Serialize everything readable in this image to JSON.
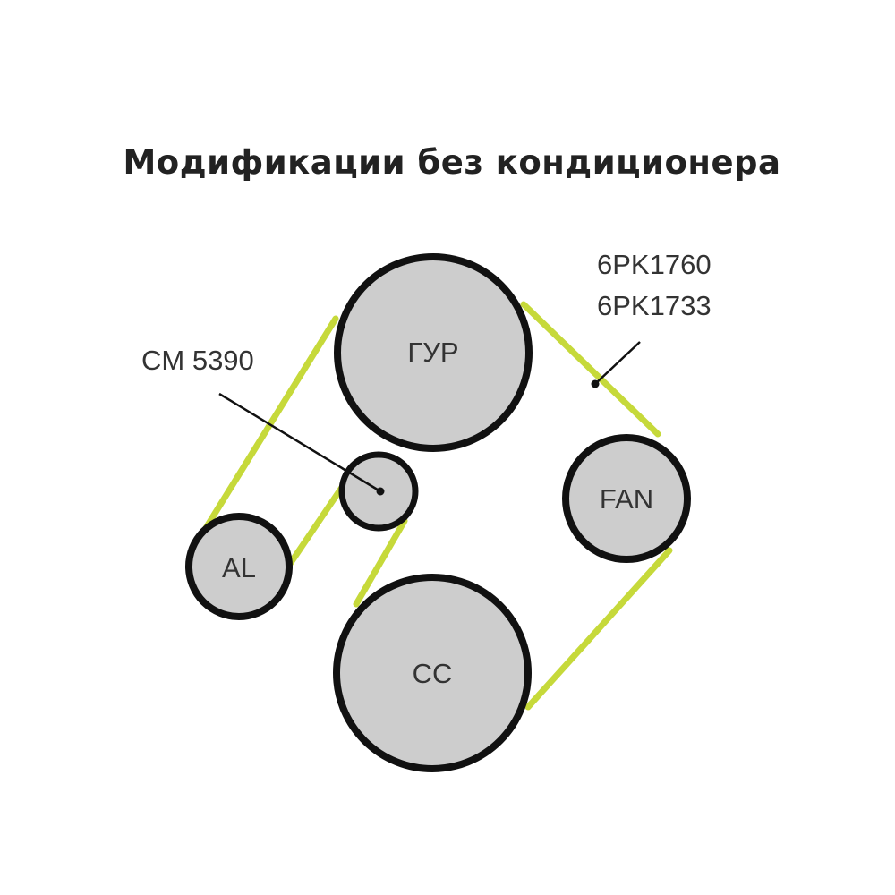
{
  "title": "Модификации без кондиционера",
  "colors": {
    "belt": "#c6d93a",
    "pulley_fill": "#cdcdcd",
    "pulley_stroke": "#111111",
    "text": "#333333",
    "leader": "#111111"
  },
  "pulleys": {
    "gur": "ГУР",
    "idler": "",
    "fan": "FAN",
    "al": "AL",
    "cc": "CC"
  },
  "callouts": {
    "idler_part": "CM 5390",
    "belt_part_1": "6PK1760",
    "belt_part_2": "6PK1733"
  }
}
